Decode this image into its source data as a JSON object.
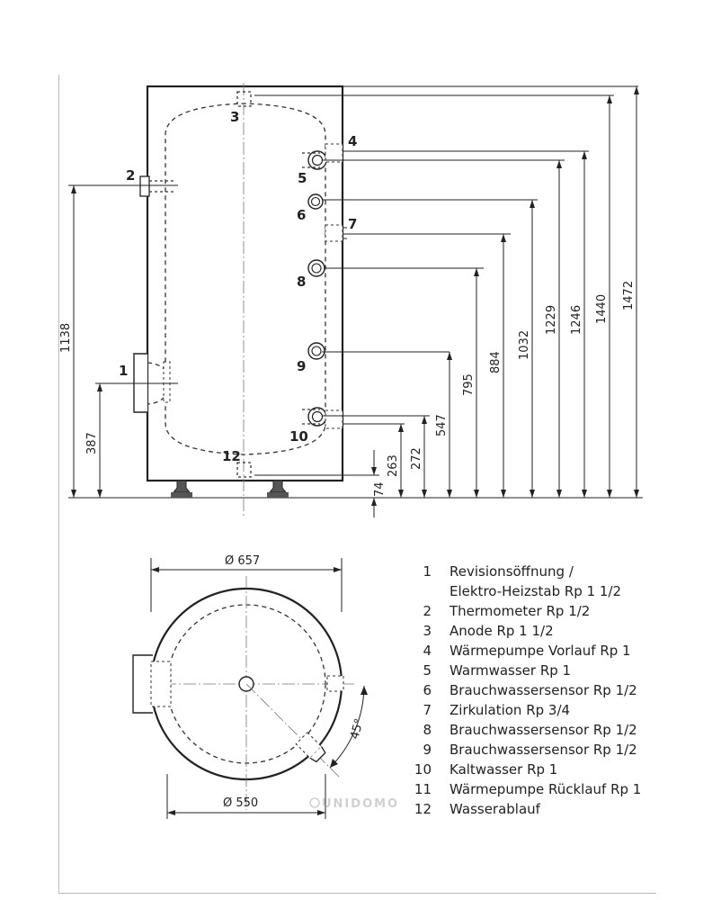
{
  "side_view": {
    "port_numbers": [
      "3",
      "4",
      "5",
      "2",
      "6",
      "7",
      "8",
      "1",
      "9",
      "10",
      "12"
    ],
    "dimensions_right": [
      "74",
      "263",
      "272",
      "547",
      "795",
      "884",
      "1032",
      "1229",
      "1246",
      "1440",
      "1472"
    ],
    "dimensions_left": [
      "1138",
      "387"
    ]
  },
  "top_view": {
    "outer_diameter": "Ø 657",
    "inner_diameter": "Ø 550",
    "angle": "45°"
  },
  "legend": [
    {
      "num": "1",
      "text": "Revisionsöffnung /"
    },
    {
      "num": "",
      "text": "Elektro-Heizstab Rp 1 1/2"
    },
    {
      "num": "2",
      "text": "Thermometer Rp 1/2"
    },
    {
      "num": "3",
      "text": "Anode Rp 1 1/2"
    },
    {
      "num": "4",
      "text": "Wärmepumpe Vorlauf Rp 1"
    },
    {
      "num": "5",
      "text": "Warmwasser Rp 1"
    },
    {
      "num": "6",
      "text": "Brauchwassersensor Rp 1/2"
    },
    {
      "num": "7",
      "text": "Zirkulation Rp 3/4"
    },
    {
      "num": "8",
      "text": "Brauchwassersensor Rp 1/2"
    },
    {
      "num": "9",
      "text": "Brauchwassersensor Rp 1/2"
    },
    {
      "num": "10",
      "text": "Kaltwasser Rp 1"
    },
    {
      "num": "11",
      "text": "Wärmepumpe Rücklauf Rp 1"
    },
    {
      "num": "12",
      "text": "Wasserablauf"
    }
  ],
  "watermark": "UNIDOMO"
}
